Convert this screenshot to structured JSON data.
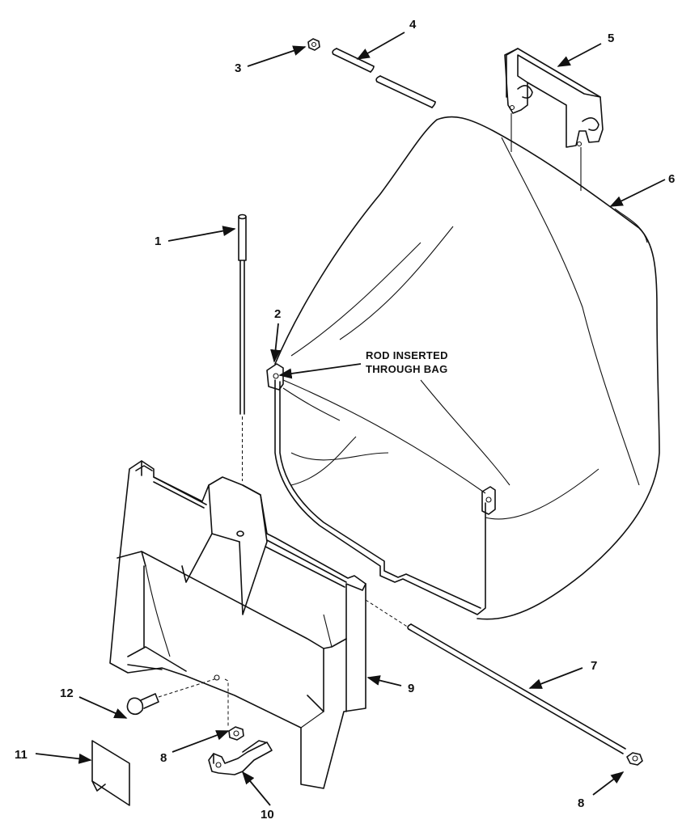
{
  "diagram": {
    "callouts": [
      {
        "id": "1",
        "text": "1"
      },
      {
        "id": "2",
        "text": "2"
      },
      {
        "id": "3",
        "text": "3"
      },
      {
        "id": "4",
        "text": "4"
      },
      {
        "id": "5",
        "text": "5"
      },
      {
        "id": "6",
        "text": "6"
      },
      {
        "id": "7",
        "text": "7"
      },
      {
        "id": "8a",
        "text": "8"
      },
      {
        "id": "8b",
        "text": "8"
      },
      {
        "id": "9",
        "text": "9"
      },
      {
        "id": "10",
        "text": "10"
      },
      {
        "id": "11",
        "text": "11"
      },
      {
        "id": "12",
        "text": "12"
      }
    ],
    "annotation": {
      "line1": "ROD INSERTED",
      "line2": "THROUGH BAG"
    }
  }
}
